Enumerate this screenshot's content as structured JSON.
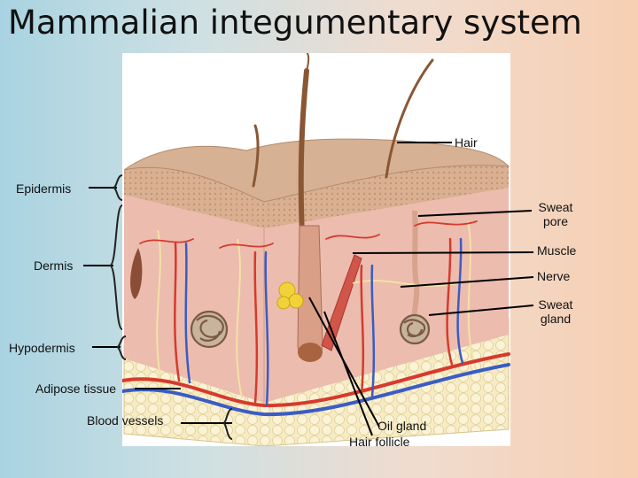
{
  "title": "Mammalian integumentary system",
  "labels": {
    "hair": "Hair",
    "epidermis": "Epidermis",
    "sweat_pore_1": "Sweat",
    "sweat_pore_2": "pore",
    "muscle": "Muscle",
    "dermis": "Dermis",
    "nerve": "Nerve",
    "sweat_gland_1": "Sweat",
    "sweat_gland_2": "gland",
    "hypodermis": "Hypodermis",
    "adipose_tissue": "Adipose tissue",
    "blood_vessels": "Blood vessels",
    "oil_gland": "Oil gland",
    "hair_follicle": "Hair follicle"
  },
  "colors": {
    "epidermis": "#c9a386",
    "dermis": "#ebb8a8",
    "hypodermis": "#f5e9bf",
    "artery": "#d63a2e",
    "vein": "#3b5cc4",
    "hair": "#8a5634",
    "oil_gland": "#f2d23a",
    "leader_line": "#000000"
  }
}
